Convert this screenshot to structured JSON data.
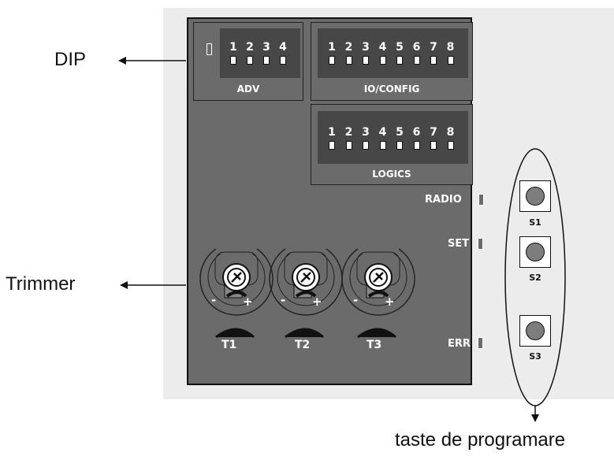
{
  "annotations": {
    "dip": "DIP",
    "trimmer": "Trimmer",
    "buttons": "taste de programare"
  },
  "dip_blocks": {
    "adv": {
      "label": "ADV",
      "numbers": [
        "1",
        "2",
        "3",
        "4"
      ]
    },
    "io_config": {
      "label": "IO/CONFIG",
      "numbers": [
        "1",
        "2",
        "3",
        "4",
        "5",
        "6",
        "7",
        "8"
      ]
    },
    "logics": {
      "label": "LOGICS",
      "numbers": [
        "1",
        "2",
        "3",
        "4",
        "5",
        "6",
        "7",
        "8"
      ]
    }
  },
  "leds": {
    "radio": "RADIO",
    "set": "SET",
    "err": "ERR"
  },
  "trimmers": [
    {
      "label": "T1",
      "minus": "-",
      "plus": "+"
    },
    {
      "label": "T2",
      "minus": "-",
      "plus": "+"
    },
    {
      "label": "T3",
      "minus": "-",
      "plus": "+"
    }
  ],
  "buttons": [
    {
      "label": "S1"
    },
    {
      "label": "S2"
    },
    {
      "label": "S3"
    }
  ],
  "colors": {
    "board": "#6b6b6b",
    "dip_window": "#474747",
    "background_panel": "#ececec",
    "button_cap": "#7d7d7d"
  }
}
